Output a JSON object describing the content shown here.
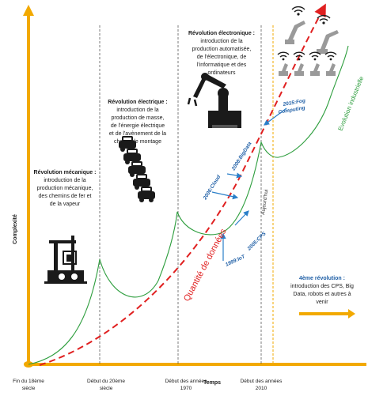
{
  "axes": {
    "y_title": "Complexité",
    "x_title": "Temps",
    "ticks": [
      {
        "line1": "Fin du 18ème",
        "line2": "siècle"
      },
      {
        "line1": "Début du 20ème",
        "line2": "siècle"
      },
      {
        "line1": "Début des années",
        "line2": "1970"
      },
      {
        "line1": "Début des années",
        "line2": "2010"
      }
    ]
  },
  "revolutions": {
    "mechanical": {
      "title": "Révolution mécanique :",
      "lines": [
        "introduction de la",
        "production mécanique,",
        "des chemins de fer et",
        "de la vapeur"
      ]
    },
    "electrical": {
      "title": "Révolution électrique :",
      "lines": [
        "introduction de la",
        "production de masse,",
        "de l'énergie électrique",
        "et de l'avènement de la",
        "chaîne de montage"
      ]
    },
    "electronic": {
      "title": "Révolution électronique :",
      "lines": [
        "introduction de la",
        "production automatisée,",
        "de l'électronique, de",
        "l'informatique et des",
        "ordinateurs"
      ]
    },
    "fourth": {
      "title": "4ème révolution :",
      "lines": [
        "introduction des CPS, Big",
        "Data, robots et autres à",
        "venir"
      ]
    }
  },
  "technologies": {
    "cloud": "2006:Cloud",
    "bigdata": "2008:BigData",
    "cps": "2005:CPS",
    "iot": "1999:IoT",
    "fog_line1": "2015:Fog",
    "fog_line2": "Computing"
  },
  "curves": {
    "data_quantity": "Quantité de données",
    "industrial_evolution": "Evolution industrielle",
    "today": "Aujourd'hui"
  },
  "colors": {
    "axis": "#f2a900",
    "data_curve": "#e02020",
    "complexity_curve": "#2e9e3e",
    "technology_labels": "#1f5fa6"
  }
}
